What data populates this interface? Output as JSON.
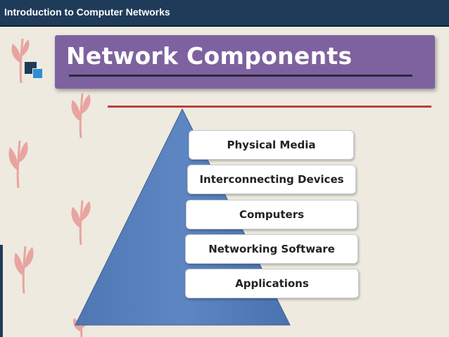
{
  "header": {
    "title": "Introduction to Computer Networks"
  },
  "slide": {
    "title": "Network Components"
  },
  "pyramid": {
    "layers": [
      {
        "label": "Physical Media"
      },
      {
        "label": "Interconnecting Devices"
      },
      {
        "label": "Computers"
      },
      {
        "label": "Networking Software"
      },
      {
        "label": "Applications"
      }
    ]
  },
  "colors": {
    "header_bg": "#1f3b5a",
    "title_bg": "#7e62a0",
    "pyramid_fill": "#5a82be",
    "accent_rule": "#b8403e",
    "leaf": "#e8a4a0",
    "background": "#eeeadf"
  },
  "decorations": {
    "icon": "leaf-sprig-icon"
  }
}
